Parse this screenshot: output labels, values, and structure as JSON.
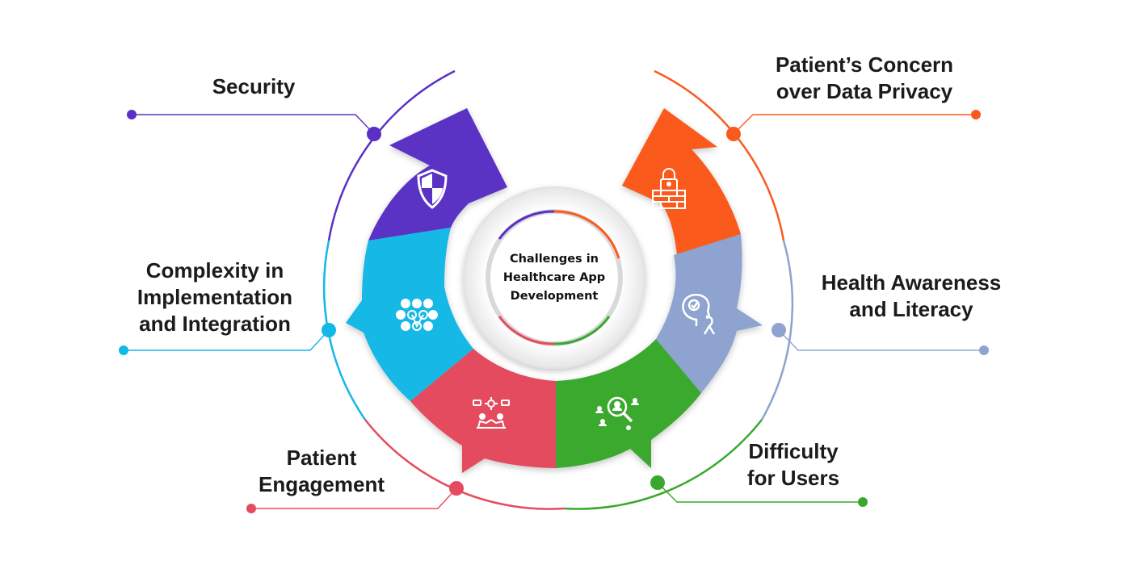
{
  "center": {
    "line1": "Challenges in",
    "line2": "Healthcare App",
    "line3": "Development"
  },
  "colors": {
    "security": "#5a30c4",
    "data_privacy": "#fa5a1e",
    "health_awareness": "#8ea3cf",
    "difficulty": "#3aa82e",
    "engagement": "#e54b5e",
    "complexity": "#12b8e6"
  },
  "icons": {
    "security": "shield-icon",
    "data_privacy": "lock-wall-icon",
    "health_awareness": "head-ribbon-icon",
    "difficulty": "user-search-icon",
    "engagement": "people-meeting-icon",
    "complexity": "hexagon-network-icon"
  },
  "labels": {
    "security": {
      "line1": "Security"
    },
    "data_privacy": {
      "line1": "Patient’s Concern",
      "line2": "over Data Privacy"
    },
    "health_awareness": {
      "line1": "Health Awareness",
      "line2": "and Literacy"
    },
    "difficulty": {
      "line1": "Difficulty",
      "line2": "for Users"
    },
    "engagement": {
      "line1": "Patient",
      "line2": "Engagement"
    },
    "complexity": {
      "line1": "Complexity in",
      "line2": "Implementation",
      "line3": "and Integration"
    }
  }
}
